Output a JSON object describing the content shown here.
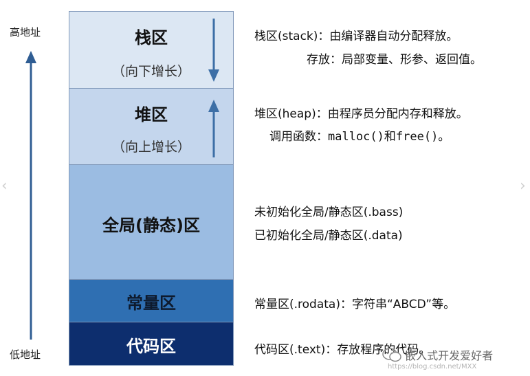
{
  "addresses": {
    "high": "高地址",
    "low": "低地址"
  },
  "colors": {
    "stack": "#dce7f3",
    "heap": "#c4d6ed",
    "global": "#9bbce2",
    "constant": "#2f6fb2",
    "code": "#0d2e6e",
    "arrow": "#3d6fa6",
    "axis": "#2f5d93"
  },
  "segments": {
    "stack": {
      "title": "栈区",
      "sub": "（向下增长）"
    },
    "heap": {
      "title": "堆区",
      "sub": "（向上增长）"
    },
    "global": {
      "title": "全局(静态)区"
    },
    "constant": {
      "title": "常量区"
    },
    "code": {
      "title": "代码区"
    }
  },
  "descriptions": {
    "stack_line1": "栈区(stack)：由编译器自动分配释放。",
    "stack_line2": "存放：局部变量、形参、返回值。",
    "heap_line1": "堆区(heap)：由程序员分配内存和释放。",
    "heap_line2_prefix": "调用函数：",
    "heap_line2_malloc": "malloc()",
    "heap_line2_and": "和",
    "heap_line2_free": "free()",
    "heap_line2_end": "。",
    "global_line1": "未初始化全局/静态区(.bass)",
    "global_line2": "已初始化全局/静态区(.data)",
    "constant_line": "常量区(.rodata)：字符串“ABCD”等。",
    "code_line": "代码区(.text)：存放程序的代码。"
  },
  "watermark": {
    "brand": "嵌入式开发爱好者",
    "url": "https://blog.csdn.net/MXX"
  }
}
